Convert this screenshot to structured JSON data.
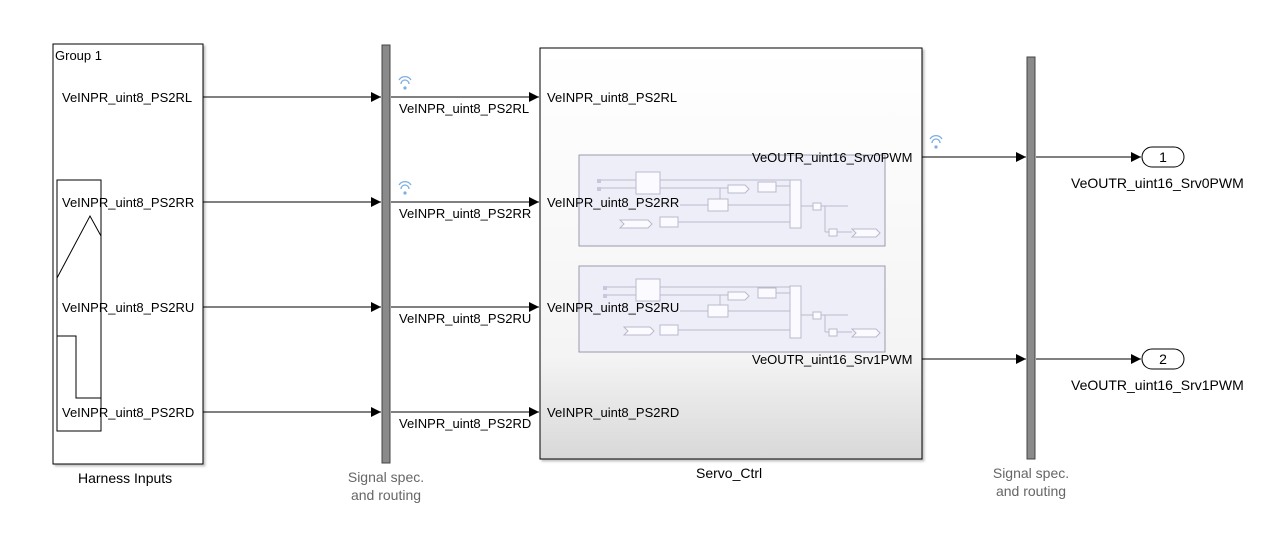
{
  "harness": {
    "group_label": "Group 1",
    "caption": "Harness Inputs",
    "ports": [
      "VeINPR_uint8_PS2RL",
      "VeINPR_uint8_PS2RR",
      "VeINPR_uint8_PS2RU",
      "VeINPR_uint8_PS2RD"
    ]
  },
  "routing_left": {
    "caption_line1": "Signal spec.",
    "caption_line2": "and routing",
    "signals": [
      "VeINPR_uint8_PS2RL",
      "VeINPR_uint8_PS2RR",
      "VeINPR_uint8_PS2RU",
      "VeINPR_uint8_PS2RD"
    ]
  },
  "servo": {
    "caption": "Servo_Ctrl",
    "inputs": [
      "VeINPR_uint8_PS2RL",
      "VeINPR_uint8_PS2RR",
      "VeINPR_uint8_PS2RU",
      "VeINPR_uint8_PS2RD"
    ],
    "outputs": [
      "VeOUTR_uint16_Srv0PWM",
      "VeOUTR_uint16_Srv1PWM"
    ]
  },
  "routing_right": {
    "caption_line1": "Signal spec.",
    "caption_line2": "and routing"
  },
  "outports": [
    {
      "number": "1",
      "label": "VeOUTR_uint16_Srv0PWM"
    },
    {
      "number": "2",
      "label": "VeOUTR_uint16_Srv1PWM"
    }
  ],
  "colors": {
    "line": "#000000",
    "bus_bar": "#8a8a8a",
    "subsystem_fill": "#eeeef8",
    "subsystem_stroke": "#9a9aae",
    "wifi_icon": "#7faee0"
  }
}
